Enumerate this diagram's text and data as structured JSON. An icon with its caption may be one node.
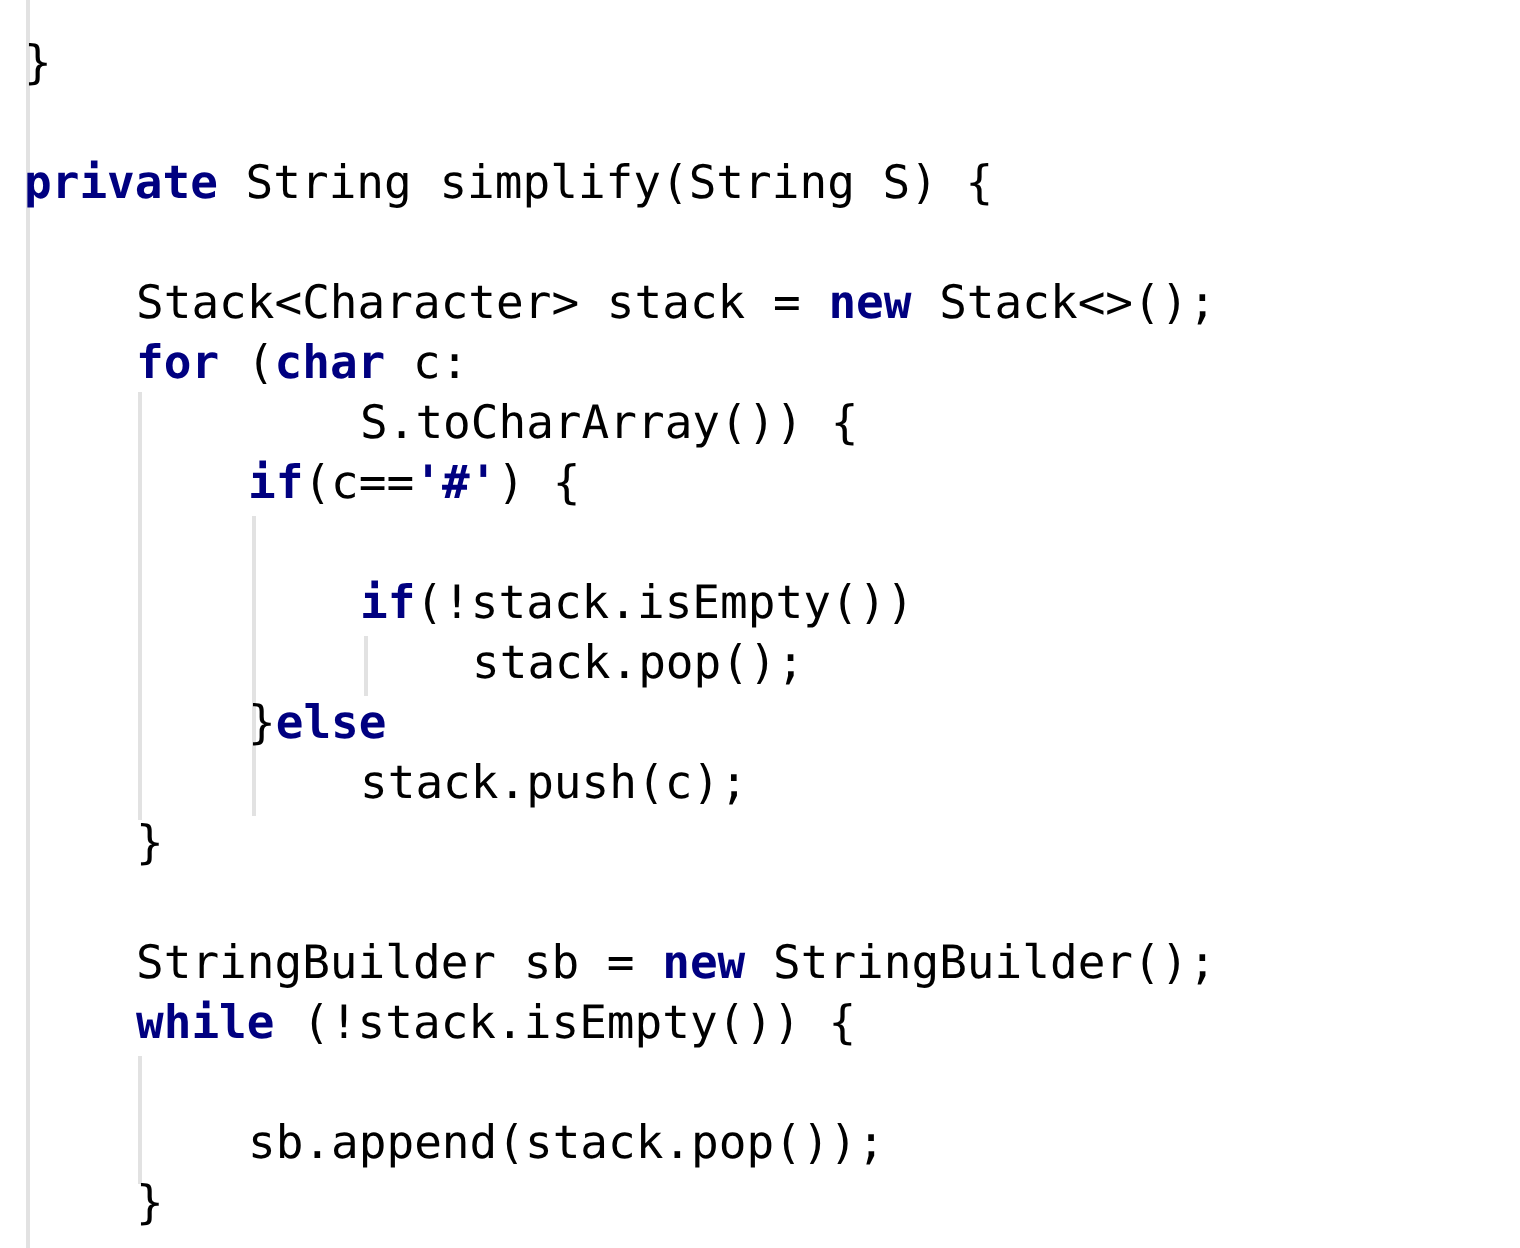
{
  "diagram": {
    "labels": [
      "}",
      "**private** String simplify(String S) {",
      "Stack<Character> stack = **new** Stack<>();",
      "**for** (**char** c:",
      "S.toCharArray()) {",
      "**if**(c==**'#'**) {",
      "**if**(!stack.isEmpty())",
      "stack.pop();",
      "}**else**",
      "stack.push(c);",
      "}",
      "StringBuilder sb = **new** StringBuilder();",
      "**while** (!stack.isEmpty()) {",
      "sb.append(stack.pop());",
      "}"
    ]
  }
}
